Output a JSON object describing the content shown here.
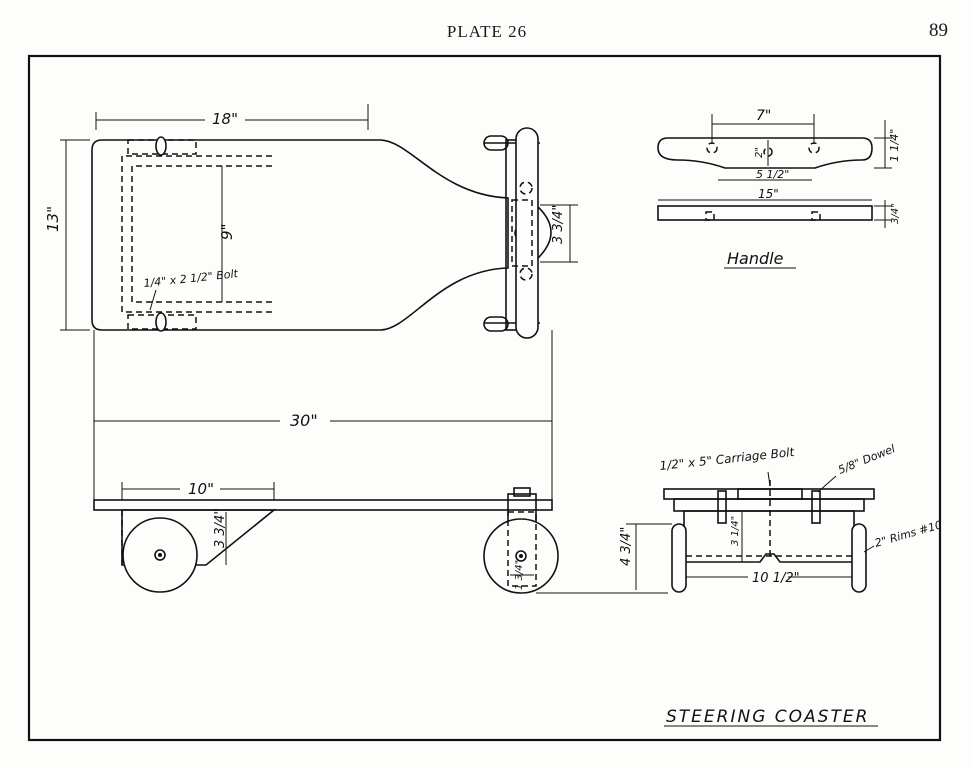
{
  "header": {
    "plate_label": "PLATE 26",
    "page_number": "89"
  },
  "dimensions": {
    "top_length": "18\"",
    "top_width": "13\"",
    "inner_frame": "9\"",
    "overall_length": "30\"",
    "pivot": "3 3/4\"",
    "side_axle_spacing": "10\"",
    "side_block": "3 3/4\"",
    "front_block": "1 3/4\"",
    "handle_holes": "7\"",
    "handle_center": "2\"",
    "handle_grip": "5 1/2\"",
    "handle_length": "15\"",
    "handle_height": "1 1/4\"",
    "handle_bar": "3/4\"",
    "rear_height": "4 3/4\"",
    "rear_block": "3 1/4\"",
    "rear_axle": "10 1/2\""
  },
  "labels": {
    "bolt_note": "1/4\" x 2 1/2\" Bolt",
    "handle_caption": "Handle",
    "carriage_bolt": "1/2\" x 5\" Carriage Bolt",
    "dowel": "5/8\" Dowel",
    "wheel_note": "2\" Rims #10",
    "title": "STEERING COASTER"
  }
}
